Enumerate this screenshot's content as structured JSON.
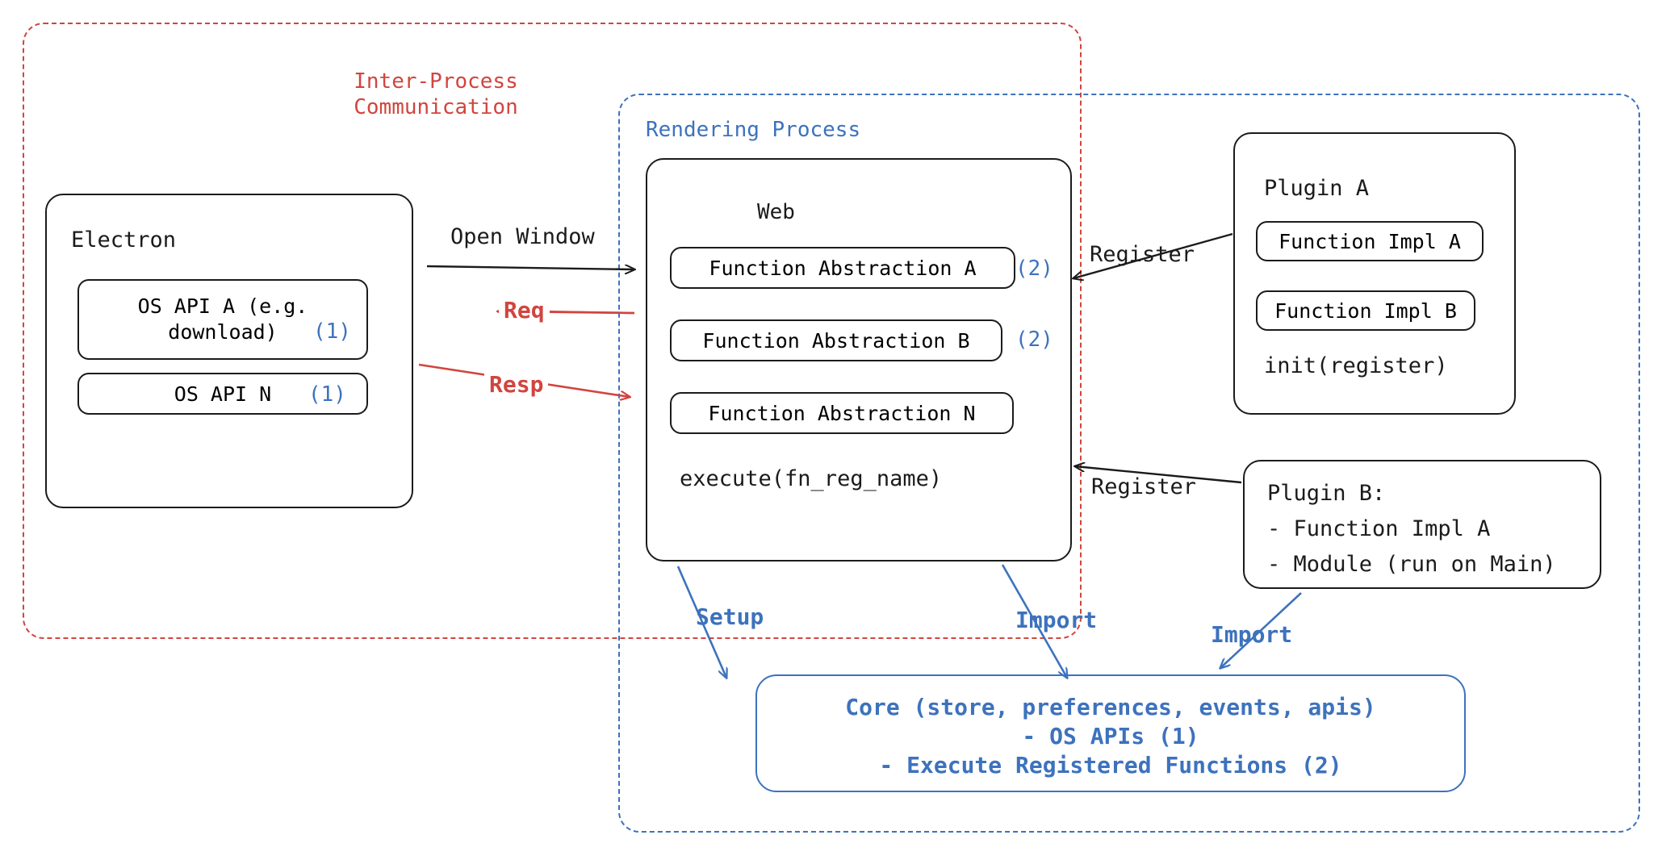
{
  "diagram": {
    "title": "Electron plugin architecture diagram",
    "colors": {
      "ink": "#1b1b1b",
      "red": "#d1453f",
      "blue": "#3d72bd"
    },
    "regions": {
      "ipc": {
        "label": "Inter-Process\nCommunication",
        "color": "#d1453f",
        "style": "dashed"
      },
      "rendering": {
        "label": "Rendering Process",
        "color": "#3d72bd",
        "style": "dashed"
      }
    },
    "electron": {
      "title": "Electron",
      "apis": [
        {
          "label": "OS API A (e.g.\ndownload)",
          "marker": "(1)"
        },
        {
          "label": "OS API N",
          "marker": "(1)"
        }
      ]
    },
    "web": {
      "title": "Web",
      "functions": [
        {
          "label": "Function Abstraction A",
          "marker": "(2)"
        },
        {
          "label": "Function Abstraction B",
          "marker": "(2)"
        },
        {
          "label": "Function Abstraction N",
          "marker": ""
        }
      ],
      "execute": "execute(fn_reg_name)"
    },
    "plugin_a": {
      "title": "Plugin A",
      "items": [
        "Function Impl A",
        "Function Impl B"
      ],
      "init": "init(register)"
    },
    "plugin_b": {
      "title": "Plugin B:",
      "lines": [
        "- Function Impl A",
        "- Module (run on Main)"
      ]
    },
    "core": {
      "line1": "Core (store, preferences, events, apis)",
      "line2": "- OS APIs (1)",
      "line3": "- Execute Registered Functions (2)"
    },
    "arrows": {
      "open_window": {
        "label": "Open Window",
        "color": "#1b1b1b"
      },
      "req": {
        "label": "Req",
        "color": "#d1453f"
      },
      "resp": {
        "label": "Resp",
        "color": "#d1453f"
      },
      "register_a": {
        "label": "Register",
        "color": "#1b1b1b"
      },
      "register_b": {
        "label": "Register",
        "color": "#1b1b1b"
      },
      "setup": {
        "label": "Setup",
        "color": "#3d72bd"
      },
      "import_web": {
        "label": "Import",
        "color": "#3d72bd"
      },
      "import_plugin_b": {
        "label": "Import",
        "color": "#3d72bd"
      }
    }
  }
}
